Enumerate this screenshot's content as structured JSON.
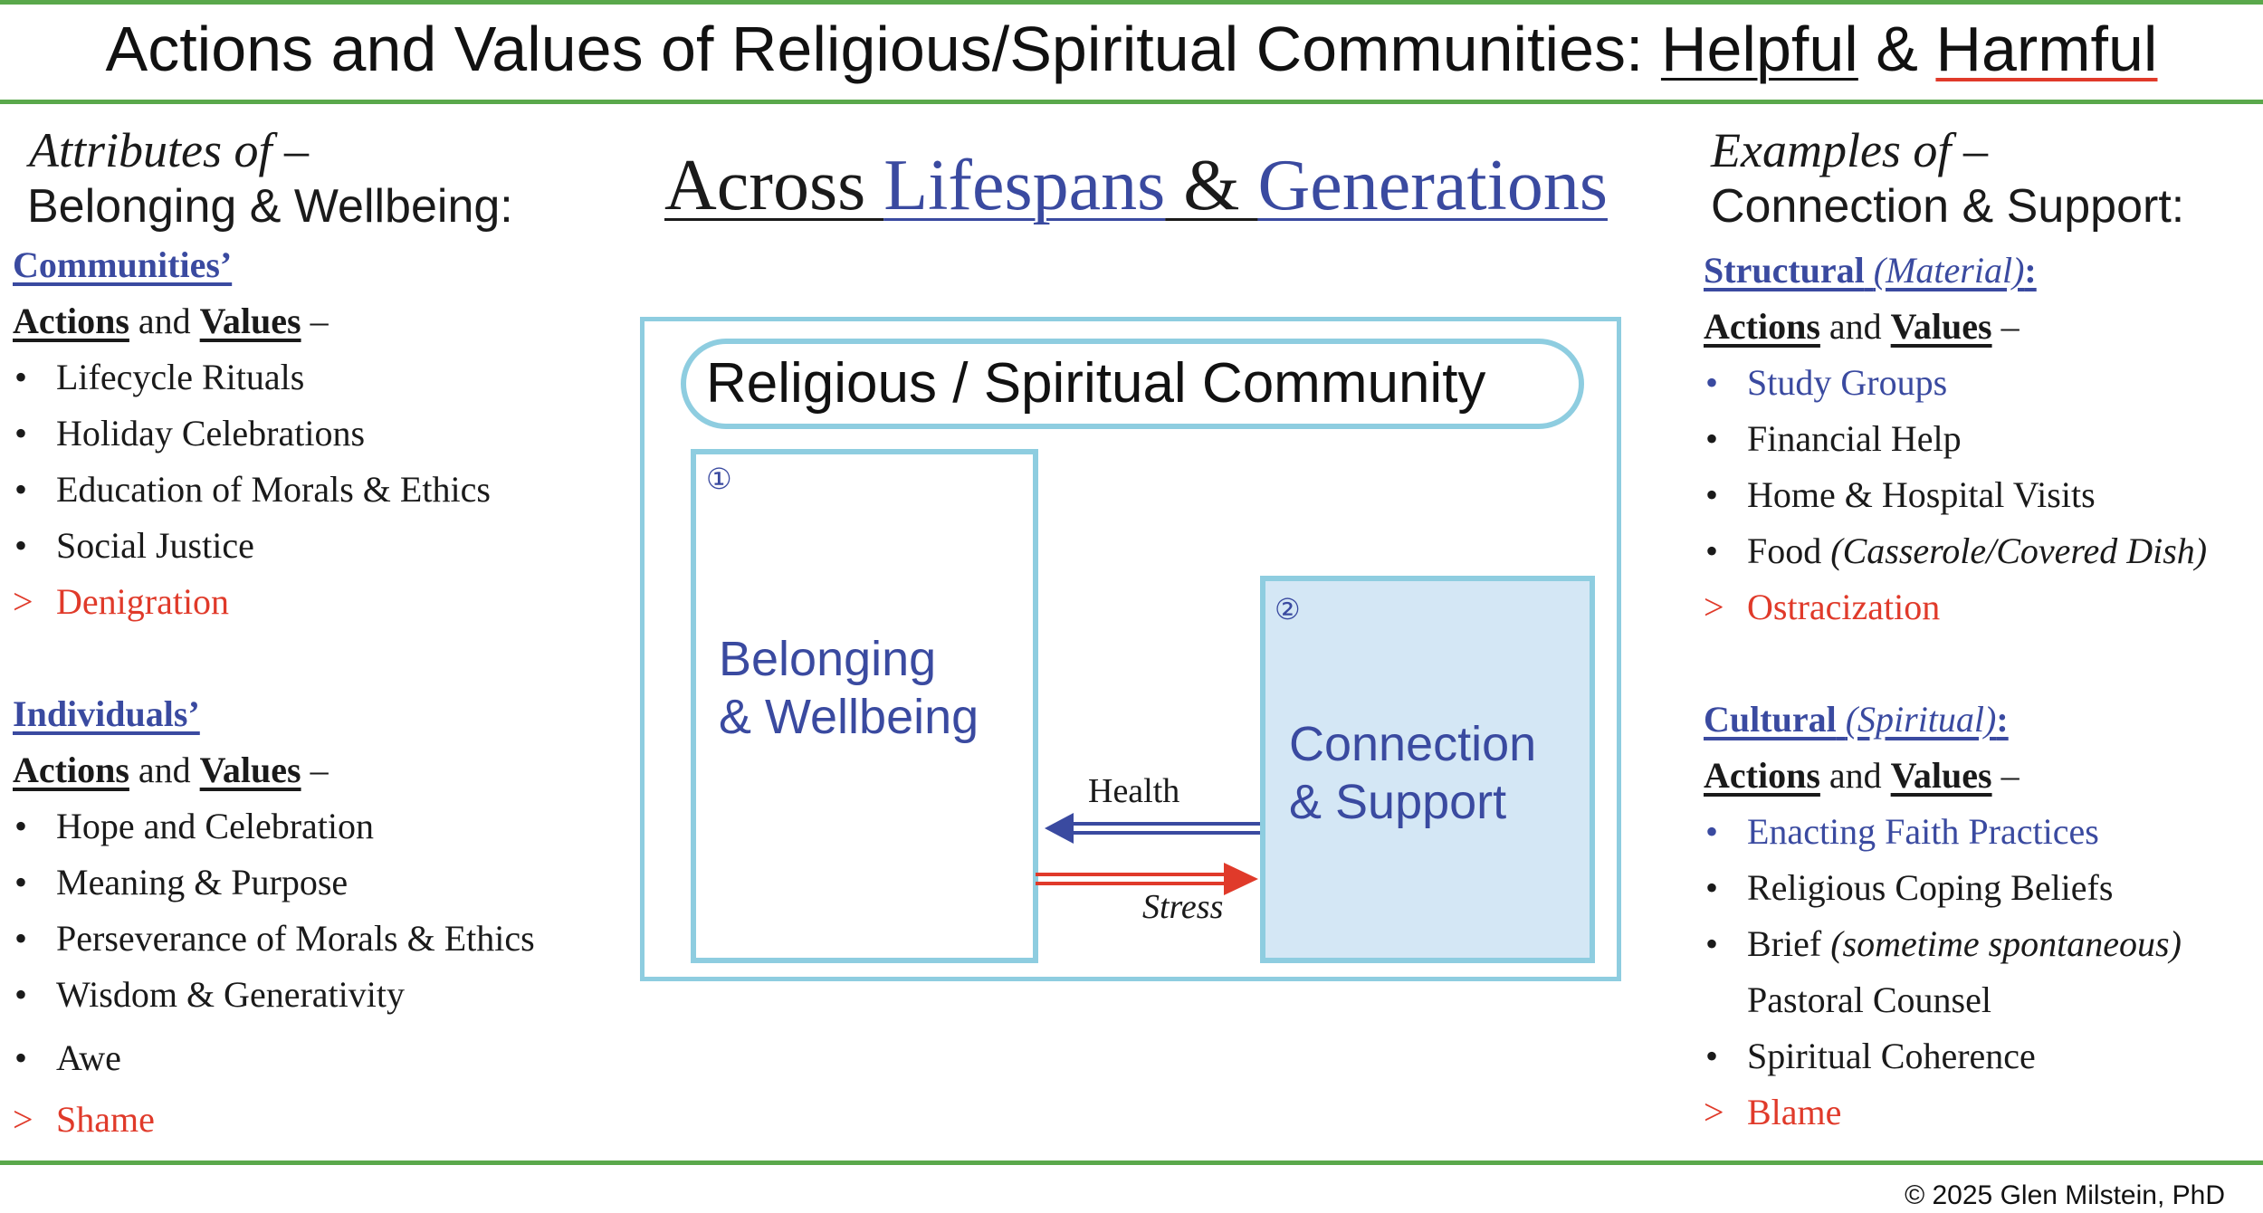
{
  "title": {
    "prefix": "Actions and Values of Religious/Spiritual Communities: ",
    "helpful": "Helpful",
    "amp": " & ",
    "harmful": "Harmful"
  },
  "left": {
    "heading_italic": "Attributes of –",
    "heading_sub": "Belonging & Wellbeing:",
    "communities": {
      "title": "Communities’",
      "av_actions": "Actions",
      "av_and": " and ",
      "av_values": "Values",
      "av_dash": " –",
      "items": [
        "Lifecycle Rituals",
        "Holiday Celebrations",
        "Education of Morals & Ethics",
        "Social Justice"
      ],
      "harm_marker": ">",
      "harm": "Denigration"
    },
    "individuals": {
      "title": "Individuals’",
      "av_actions": "Actions",
      "av_and": " and ",
      "av_values": "Values",
      "av_dash": " –",
      "items": [
        "Hope and Celebration",
        "Meaning & Purpose",
        "Perseverance of Morals & Ethics",
        "Wisdom & Generativity",
        "Awe"
      ],
      "harm_marker": ">",
      "harm": "Shame"
    }
  },
  "center": {
    "title_across": "Across ",
    "title_lifespans": "Lifespans",
    "title_amp": " & ",
    "title_generations": "Generations",
    "community_label": "Religious / Spiritual Community",
    "box1_number": "①",
    "box1_line1": "Belonging",
    "box1_line2": "& Wellbeing",
    "box2_number": "②",
    "box2_line1": "Connection",
    "box2_line2": "& Support",
    "arrow_health": "Health",
    "arrow_stress": "Stress",
    "colors": {
      "health_arrow": "#3a4aa0",
      "stress_arrow": "#e03a2a",
      "box_border": "#8ecde0",
      "box2_fill": "#d4e7f5"
    }
  },
  "right": {
    "heading_italic": "Examples of –",
    "heading_sub": "Connection & Support:",
    "structural": {
      "title": "Structural",
      "title_paren": "(Material)",
      "title_colon": ":",
      "av_actions": "Actions",
      "av_and": " and ",
      "av_values": "Values",
      "av_dash": " –",
      "items": [
        "Study Groups",
        "Financial Help",
        "Home & Hospital Visits"
      ],
      "food_label": "Food ",
      "food_italic": "(Casserole/Covered Dish)",
      "harm_marker": ">",
      "harm": "Ostracization"
    },
    "cultural": {
      "title": "Cultural",
      "title_paren": "(Spiritual)",
      "title_colon": ":",
      "av_actions": "Actions",
      "av_and": " and ",
      "av_values": "Values",
      "av_dash": " –",
      "items": [
        "Enacting Faith Practices",
        "Religious Coping Beliefs"
      ],
      "brief_label": "Brief ",
      "brief_italic": "(sometime spontaneous)",
      "brief_cont": "Pastoral Counsel",
      "last_item": "Spiritual Coherence",
      "harm_marker": ">",
      "harm": "Blame"
    }
  },
  "footer": {
    "copyright": "© 2025 Glen Milstein, PhD"
  }
}
